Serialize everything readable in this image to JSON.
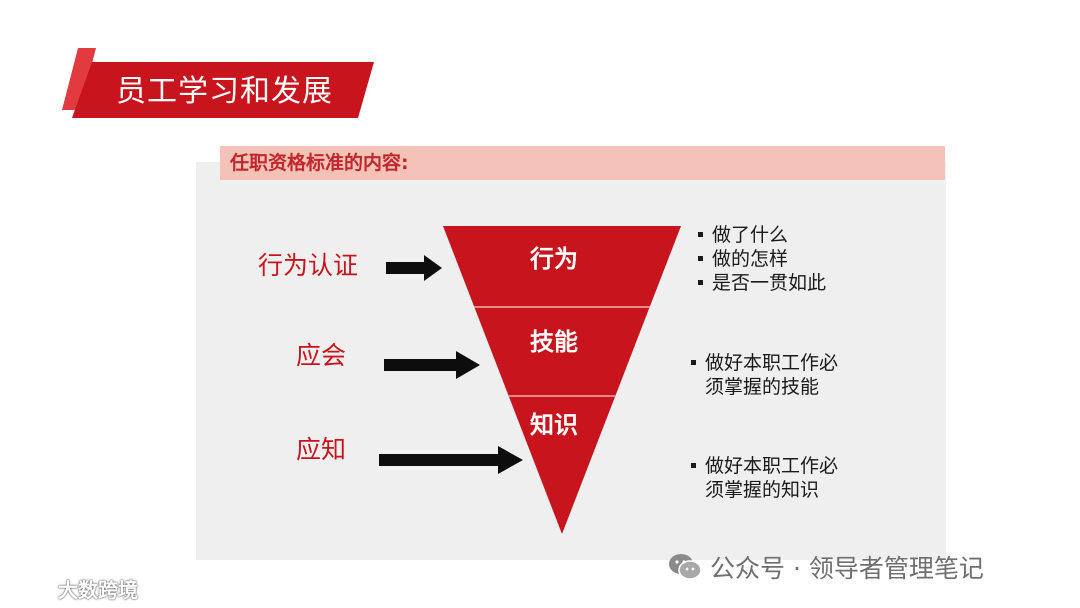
{
  "title": "员工学习和发展",
  "section_header": "任职资格标准的内容:",
  "left_labels": [
    "行为认证",
    "应会",
    "应知"
  ],
  "funnel_levels": [
    "行为",
    "技能",
    "知识"
  ],
  "bullets_behavior": [
    "做了什么",
    "做的怎样",
    "是否一贯如此"
  ],
  "bullet_skill": "做好本职工作必须掌握的技能",
  "bullet_knowledge": "做好本职工作必须掌握的知识",
  "watermark_right": "公众号 · 领导者管理笔记",
  "watermark_left": "大数跨境",
  "colors": {
    "accent_red": "#c8141d",
    "dark_red": "#b0101a",
    "header_fill": "#f4c2b6",
    "panel_gray": "#efefef"
  },
  "icons": {
    "arrow": "right-arrow-icon",
    "wechat": "wechat-icon",
    "brand": "brand-logo-icon"
  }
}
